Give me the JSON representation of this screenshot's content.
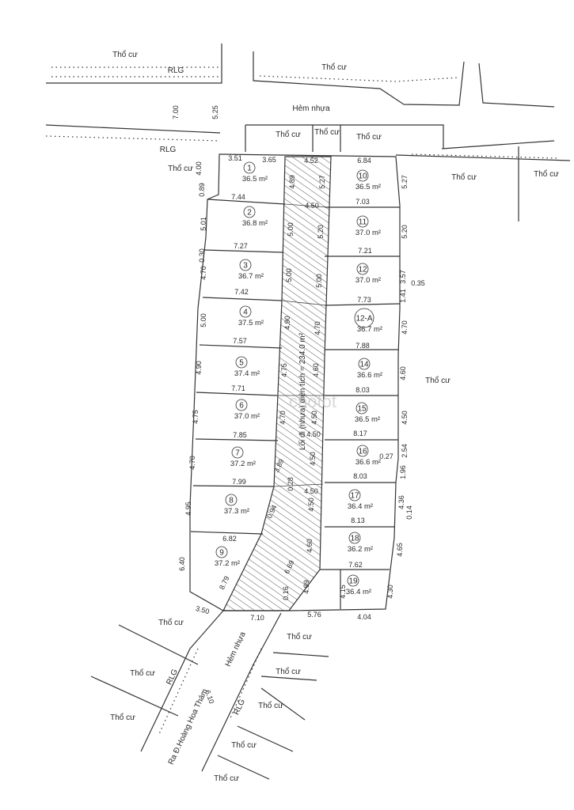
{
  "map": {
    "area_label": "Thổ cư",
    "road_reserve_label": "RLG",
    "alley_label": "Hẻm nhựa",
    "exit_label": "Ra Đ.Hoàng Hoa Thám",
    "path_label": "Lối đi (nhựa) diện tích = 234.0 m²",
    "watermark": "chotot",
    "road_dims": {
      "top_left": "7.00",
      "top_right": "5.25",
      "bottom": "6.10"
    },
    "lots": [
      {
        "id": "1",
        "area": "36.5 m²"
      },
      {
        "id": "2",
        "area": "36.8 m²"
      },
      {
        "id": "3",
        "area": "36.7 m²"
      },
      {
        "id": "4",
        "area": "37.5 m²"
      },
      {
        "id": "5",
        "area": "37.4 m²"
      },
      {
        "id": "6",
        "area": "37.0 m²"
      },
      {
        "id": "7",
        "area": "37.2 m²"
      },
      {
        "id": "8",
        "area": "37.3 m²"
      },
      {
        "id": "9",
        "area": "37.2 m²"
      },
      {
        "id": "10",
        "area": "36.5 m²"
      },
      {
        "id": "11",
        "area": "37.0 m²"
      },
      {
        "id": "12",
        "area": "37.0 m²"
      },
      {
        "id": "12-A",
        "area": "36.7 m²"
      },
      {
        "id": "14",
        "area": "36.6 m²"
      },
      {
        "id": "15",
        "area": "36.5 m²"
      },
      {
        "id": "16",
        "area": "36.6 m²"
      },
      {
        "id": "17",
        "area": "36.4 m²"
      },
      {
        "id": "18",
        "area": "36.2 m²"
      },
      {
        "id": "19",
        "area": "36.4 m²"
      }
    ],
    "dims": {
      "left_widths": [
        "7.44",
        "7.27",
        "7.42",
        "7.57",
        "7.71",
        "7.85",
        "7.99",
        "6.82"
      ],
      "right_widths": [
        "7.03",
        "7.21",
        "7.73",
        "7.88",
        "8.03",
        "8.17",
        "8.03",
        "8.13",
        "7.62"
      ],
      "outer_left": [
        "4.00",
        "0.89",
        "5.01",
        "0.30",
        "4.70",
        "5.00",
        "4.90",
        "4.75",
        "4.70",
        "4.95",
        "6.40"
      ],
      "outer_right": [
        "5.27",
        "5.20",
        "3.57",
        "0.35",
        "1.41",
        "4.70",
        "4.60",
        "4.50",
        "0.27",
        "2.54",
        "1.96",
        "4.36",
        "0.14",
        "4.65",
        "4.30"
      ],
      "inner_left_lots": [
        "4.89",
        "5.00",
        "5.00",
        "4.90",
        "4.75",
        "4.70"
      ],
      "inner_path_left": [
        "4.89",
        "5.00",
        "5.00",
        "4.90",
        "4.75",
        "4.70",
        "3.89",
        "0.94",
        "8.79"
      ],
      "inner_path_right": [
        "5.27",
        "5.20",
        "5.00",
        "4.70",
        "4.60",
        "4.50",
        "4.50",
        "4.50",
        "4.60",
        "4.99"
      ],
      "path_widths": [
        "4.52",
        "4.50",
        "4.50",
        "4.50"
      ],
      "path_misc": [
        "0.28",
        "6.69",
        "0.16"
      ],
      "top": [
        "3.51",
        "3.65",
        "6.84"
      ],
      "bottom": [
        "3.50",
        "7.10",
        "5.76",
        "4.04"
      ],
      "lot19_left": "4.15"
    }
  }
}
